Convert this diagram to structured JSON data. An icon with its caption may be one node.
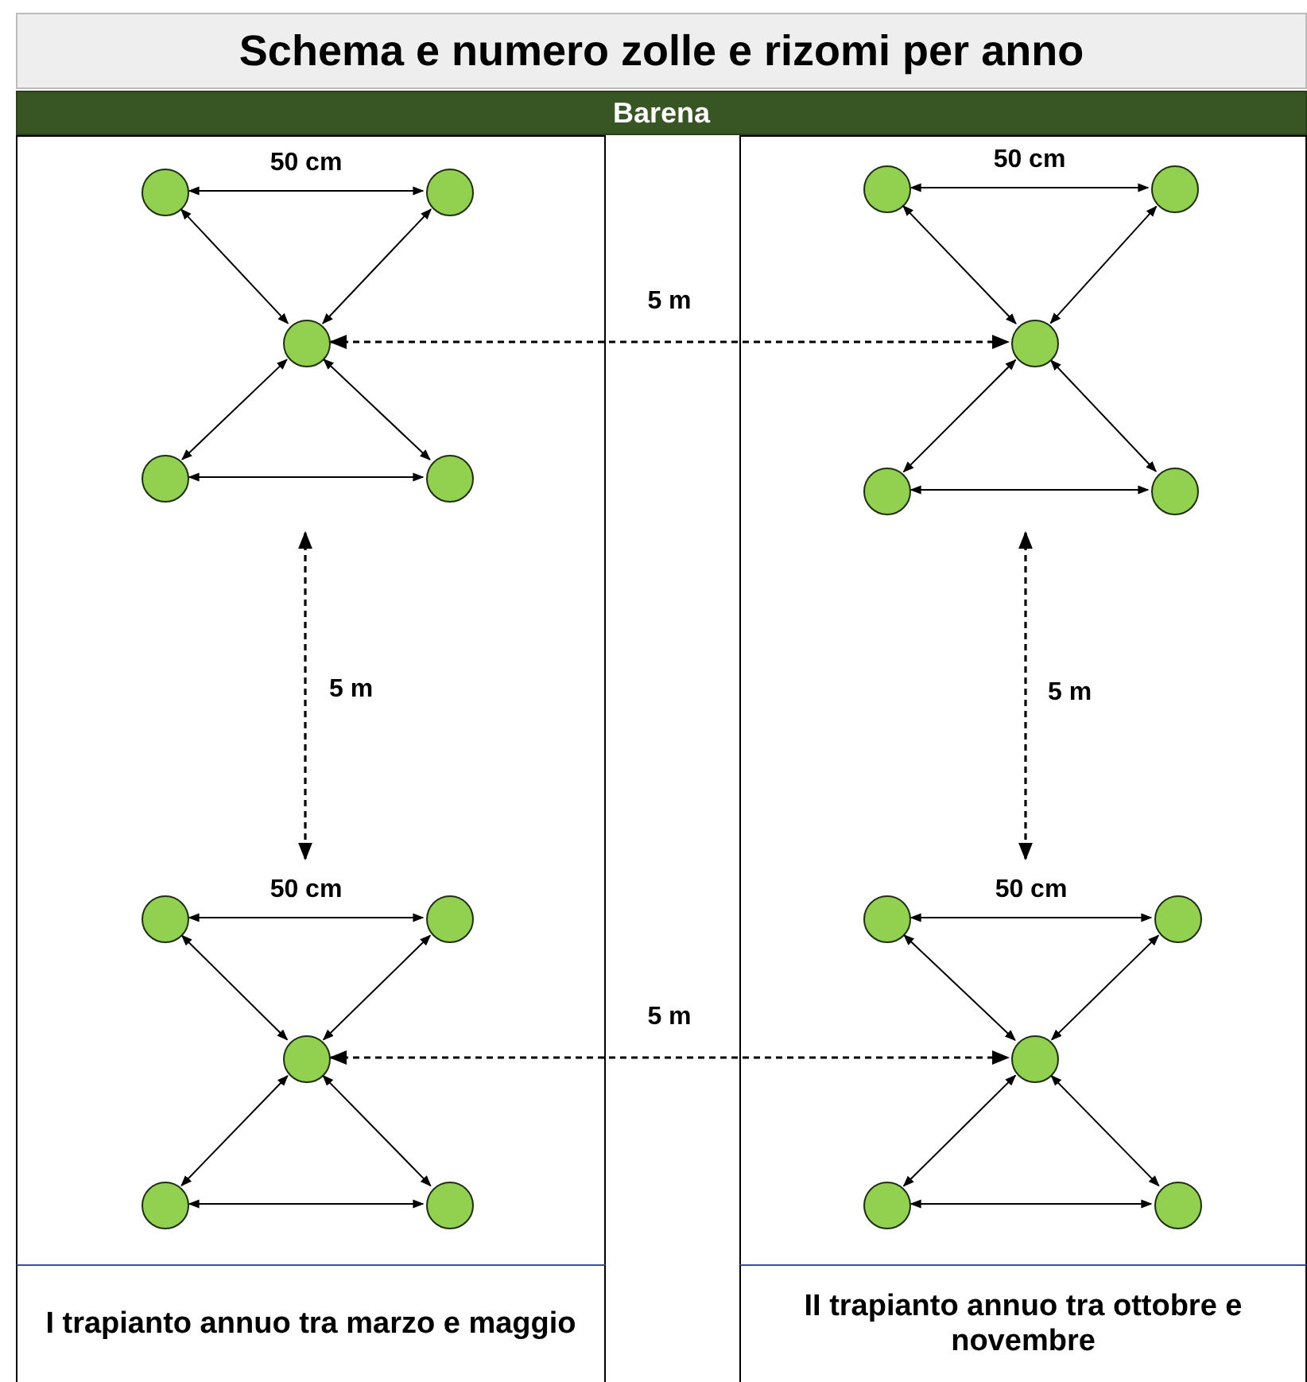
{
  "diagram": {
    "title": "Schema e numero zolle e rizomi per anno",
    "nodes": [
      {
        "text": [
          "Barena"
        ]
      },
      {
        "text": [],
        "shape": "box"
      },
      {
        "text": [],
        "shape": "box"
      },
      {
        "text": [],
        "shape": "circle",
        "in": 1
      },
      {
        "text": [],
        "shape": "circle",
        "in": 1
      },
      {
        "text": [],
        "shape": "circle",
        "in": 1
      },
      {
        "text": [],
        "shape": "circle",
        "in": 1
      },
      {
        "text": [],
        "shape": "circle",
        "in": 1
      },
      {
        "text": [],
        "shape": "circle",
        "in": 2
      },
      {
        "text": [],
        "shape": "circle",
        "in": 2
      },
      {
        "text": [],
        "shape": "circle",
        "in": 2
      },
      {
        "text": [],
        "shape": "circle",
        "in": 2
      },
      {
        "text": [],
        "shape": "circle",
        "in": 2
      },
      {
        "text": [],
        "shape": "circle",
        "in": 1
      },
      {
        "text": [],
        "shape": "circle",
        "in": 1
      },
      {
        "text": [],
        "shape": "circle",
        "in": 1
      },
      {
        "text": [],
        "shape": "circle",
        "in": 1
      },
      {
        "text": [],
        "shape": "circle",
        "in": 1
      },
      {
        "text": [],
        "shape": "circle",
        "in": 2
      },
      {
        "text": [],
        "shape": "circle",
        "in": 2
      },
      {
        "text": [],
        "shape": "circle",
        "in": 2
      },
      {
        "text": [],
        "shape": "circle",
        "in": 2
      },
      {
        "text": [],
        "shape": "circle",
        "in": 2
      },
      {
        "text": [
          "I trapianto annuo tra marzo e maggio"
        ]
      },
      {
        "text": [
          "II trapianto annuo tra ottobre e novembre"
        ]
      }
    ],
    "edges": [
      {
        "from": 3,
        "to": 4,
        "arrow": "both",
        "label": "50 cm"
      },
      {
        "from": 5,
        "to": 3,
        "arrow": "both"
      },
      {
        "from": 5,
        "to": 4,
        "arrow": "both"
      },
      {
        "from": 5,
        "to": 6,
        "arrow": "both"
      },
      {
        "from": 5,
        "to": 7,
        "arrow": "both"
      },
      {
        "from": 6,
        "to": 7,
        "arrow": "both"
      },
      {
        "from": 8,
        "to": 9,
        "arrow": "both",
        "label": "50 cm"
      },
      {
        "from": 10,
        "to": 8,
        "arrow": "both"
      },
      {
        "from": 10,
        "to": 9,
        "arrow": "both"
      },
      {
        "from": 10,
        "to": 11,
        "arrow": "both"
      },
      {
        "from": 10,
        "to": 12,
        "arrow": "both"
      },
      {
        "from": 11,
        "to": 12,
        "arrow": "both"
      },
      {
        "from": 5,
        "to": 10,
        "arrow": "both",
        "label": "5 m",
        "style": "dashed"
      },
      {
        "from": 13,
        "to": 14,
        "arrow": "both",
        "label": "50 cm"
      },
      {
        "from": 15,
        "to": 13,
        "arrow": "both"
      },
      {
        "from": 15,
        "to": 14,
        "arrow": "both"
      },
      {
        "from": 15,
        "to": 16,
        "arrow": "both"
      },
      {
        "from": 15,
        "to": 17,
        "arrow": "both"
      },
      {
        "from": 16,
        "to": 17,
        "arrow": "both"
      },
      {
        "from": 18,
        "to": 19,
        "arrow": "both",
        "label": "50 cm"
      },
      {
        "from": 20,
        "to": 18,
        "arrow": "both"
      },
      {
        "from": 20,
        "to": 19,
        "arrow": "both"
      },
      {
        "from": 20,
        "to": 21,
        "arrow": "both"
      },
      {
        "from": 20,
        "to": 22,
        "arrow": "both"
      },
      {
        "from": 21,
        "to": 22,
        "arrow": "both"
      },
      {
        "from": 15,
        "to": 20,
        "arrow": "both",
        "label": "5 m",
        "style": "dashed"
      }
    ],
    "labels": [
      "5 m",
      "5 m"
    ]
  }
}
